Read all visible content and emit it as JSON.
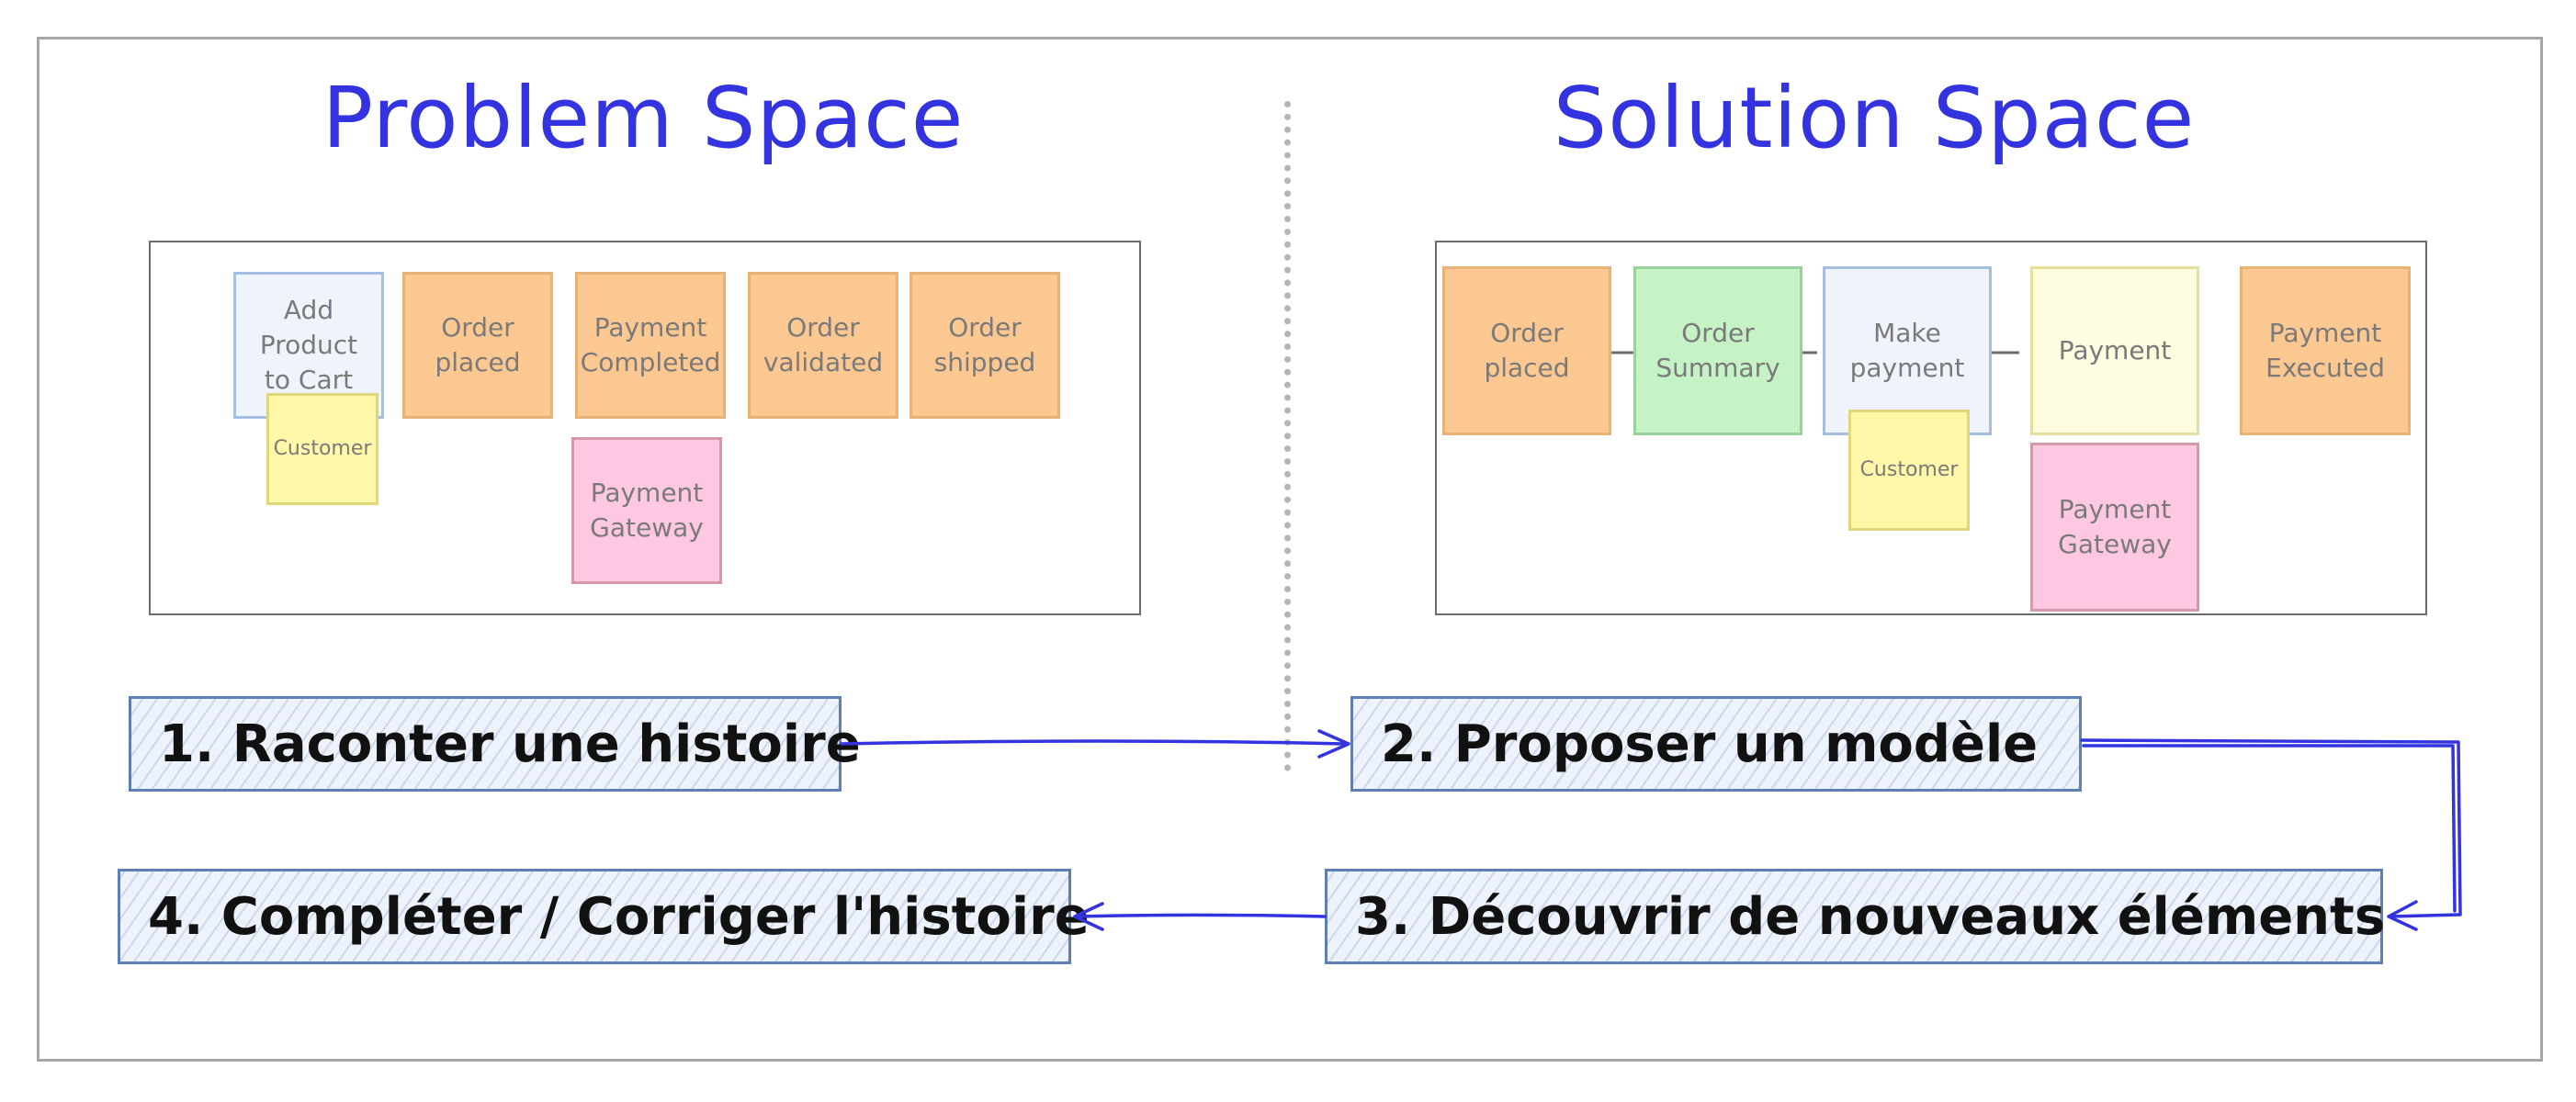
{
  "titles": {
    "problem": "Problem Space",
    "solution": "Solution Space"
  },
  "problem_panel": {
    "stickies": [
      {
        "id": "add-product",
        "text": "Add\nProduct\nto Cart",
        "color": "blue"
      },
      {
        "id": "customer",
        "text": "Customer",
        "color": "yellow"
      },
      {
        "id": "order-placed",
        "text": "Order\nplaced",
        "color": "orange"
      },
      {
        "id": "payment-completed",
        "text": "Payment\nCompleted",
        "color": "orange"
      },
      {
        "id": "order-validated",
        "text": "Order\nvalidated",
        "color": "orange"
      },
      {
        "id": "order-shipped",
        "text": "Order\nshipped",
        "color": "orange"
      },
      {
        "id": "payment-gateway",
        "text": "Payment\nGateway",
        "color": "pink"
      }
    ]
  },
  "solution_panel": {
    "stickies": [
      {
        "id": "order-placed",
        "text": "Order\nplaced",
        "color": "orange"
      },
      {
        "id": "order-summary",
        "text": "Order\nSummary",
        "color": "green"
      },
      {
        "id": "make-payment",
        "text": "Make\npayment",
        "color": "blue"
      },
      {
        "id": "customer",
        "text": "Customer",
        "color": "yellow"
      },
      {
        "id": "payment",
        "text": "Payment",
        "color": "cream"
      },
      {
        "id": "payment-executed",
        "text": "Payment\nExecuted",
        "color": "orange"
      },
      {
        "id": "payment-gateway",
        "text": "Payment\nGateway",
        "color": "pink"
      }
    ]
  },
  "steps": [
    {
      "label": "1. Raconter une histoire"
    },
    {
      "label": "2. Proposer un modèle"
    },
    {
      "label": "3. Découvrir de nouveaux éléments"
    },
    {
      "label": "4. Compléter / Corriger l'histoire"
    }
  ],
  "colors": {
    "title": "#3333e0",
    "flow_arrow": "#3333e0",
    "orange": "#fcc891",
    "blue": "#eef3fc",
    "yellow": "#fff8a8",
    "pink": "#ffc8e2",
    "green": "#c5f3c5",
    "cream": "#fffde0"
  }
}
